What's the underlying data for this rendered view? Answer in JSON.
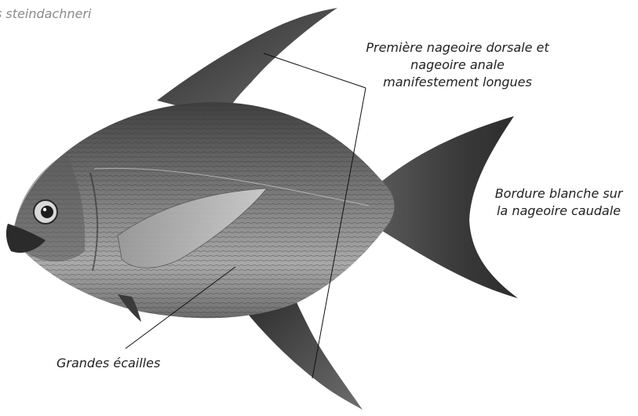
{
  "species_caption": "s steindachneri",
  "labels": {
    "dorsal_anal": [
      "Première nageoire dorsale et",
      "nageoire anale",
      "manifestement longues"
    ],
    "caudal": [
      "Bordure blanche sur",
      "la nageoire caudale"
    ],
    "scales": "Grandes écailles"
  },
  "colors": {
    "body_dark": "#3a3a3a",
    "body_mid": "#7a7a7a",
    "body_light": "#bdbdbd",
    "fin_dark": "#2e2e2e",
    "caudal_edge": "#ffffff",
    "leader_line": "#111111",
    "label_text": "#222222",
    "species_text": "#8a8a8a"
  }
}
